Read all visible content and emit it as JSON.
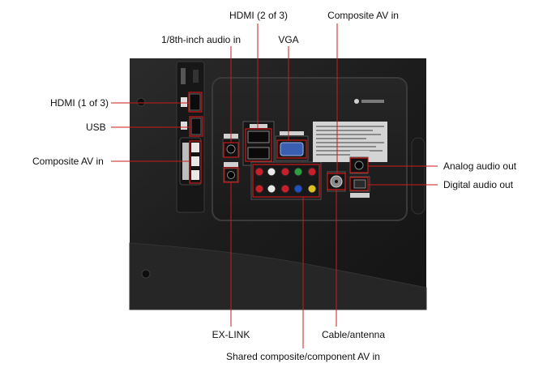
{
  "callouts": {
    "hdmi_2": "HDMI (2 of 3)",
    "composite_top": "Composite AV in",
    "audio_eighth": "1/8th-inch audio in",
    "vga": "VGA",
    "hdmi_1": "HDMI (1 of 3)",
    "usb": "USB",
    "composite_left": "Composite AV in",
    "analog_audio_out": "Analog audio out",
    "digital_audio_out": "Digital audio out",
    "ex_link": "EX-LINK",
    "cable_antenna": "Cable/antenna",
    "shared_av": "Shared composite/component AV in"
  },
  "colors": {
    "callout_line": "#cc1a1a",
    "panel": "#1f1f1f",
    "panel_edge": "#3a3a3a",
    "rca_red": "#c8202a",
    "rca_white": "#e8e8e8",
    "rca_yellow": "#e0c020",
    "rca_green": "#2aa040",
    "rca_blue": "#2050c0"
  }
}
